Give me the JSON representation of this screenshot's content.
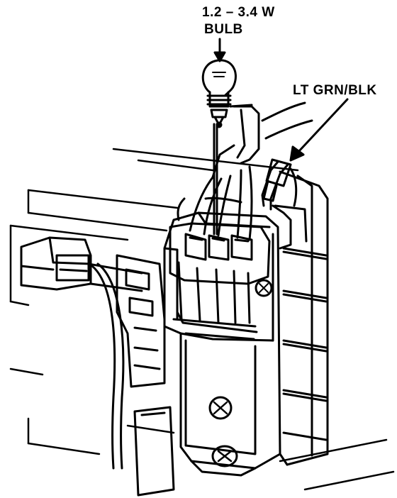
{
  "labels": {
    "bulb_rating": "1.2 – 3.4 W",
    "bulb_word": "BULB",
    "wire_color": "LT GRN/BLK"
  },
  "colors": {
    "ink": "#000000",
    "paper": "#ffffff"
  },
  "icons": [
    "bulb-icon",
    "screw-icon",
    "arrow-icon"
  ]
}
